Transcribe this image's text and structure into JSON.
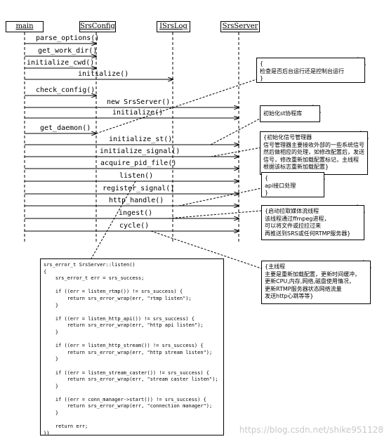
{
  "participants": [
    {
      "id": "main",
      "label": "main"
    },
    {
      "id": "srsconfig",
      "label": "SrsConfig"
    },
    {
      "id": "isrslog",
      "label": "ISrsLog"
    },
    {
      "id": "srsserver",
      "label": "SrsServer"
    }
  ],
  "messages": [
    {
      "label": "parse_options()"
    },
    {
      "label": "get_work_dir()"
    },
    {
      "label": "initialize_cwd()"
    },
    {
      "label": "initialize()"
    },
    {
      "label": "check_config()"
    },
    {
      "label": "new SrsServer()"
    },
    {
      "label": "initialize()"
    },
    {
      "label": "get_daemon()"
    },
    {
      "label": "initialize_st()"
    },
    {
      "label": "initialize_signal()"
    },
    {
      "label": "acquire_pid_file()"
    },
    {
      "label": "listen()"
    },
    {
      "label": "register_signal()"
    },
    {
      "label": "http_handle()"
    },
    {
      "label": "ingest()"
    },
    {
      "label": "cycle()"
    }
  ],
  "notes": {
    "daemon_check": [
      "{",
      "    检查是否后台运行还是控制台运行",
      "}"
    ],
    "coroutine": [
      "初始化st协程库"
    ],
    "signal": [
      "{初始化信号管理器",
      "信号管理器主要接收外部的一些系统信号",
      "然后做相应的处理，如修改配置后，发送",
      "信号，修改重新加载配置标记，主线程",
      "根据该标志重新加载配置}"
    ],
    "api": [
      "{",
      "  api接口处理",
      "}"
    ],
    "ingest": [
      "{启动拉取媒体流线程",
      "该线程通过ffmpeg进程，",
      "可以将文件或拉拉过来",
      "再推送到SRS或任何RTMP服务器}"
    ],
    "cycle": [
      "{主线程",
      "主要是重新加载配置，更新时间缓冲，",
      "更新CPU,内存,网络,磁盘使用情况，",
      "更新RTMP服务器状态网络流量",
      "发送http心跳等等}"
    ]
  },
  "code_lines": [
    "srs_error_t SrsServer::listen()",
    "{",
    "    srs_error_t err = srs_success;",
    "",
    "    if ((err = listen_rtmp()) != srs_success) {",
    "        return srs_error_wrap(err, \"rtmp listen\");",
    "    }",
    "",
    "    if ((err = listen_http_api()) != srs_success) {",
    "        return srs_error_wrap(err, \"http api listen\");",
    "    }",
    "",
    "    if ((err = listen_http_stream()) != srs_success) {",
    "        return srs_error_wrap(err, \"http stream listen\");",
    "    }",
    "",
    "    if ((err = listen_stream_caster()) != srs_success) {",
    "        return srs_error_wrap(err, \"stream caster listen\");",
    "    }",
    "",
    "    if ((err = conn_manager->start()) != srs_success) {",
    "        return srs_error_wrap(err, \"connection manager\");",
    "    }",
    "",
    "    return err;",
    "}}"
  ],
  "watermark": "https://blog.csdn.net/shike951128"
}
